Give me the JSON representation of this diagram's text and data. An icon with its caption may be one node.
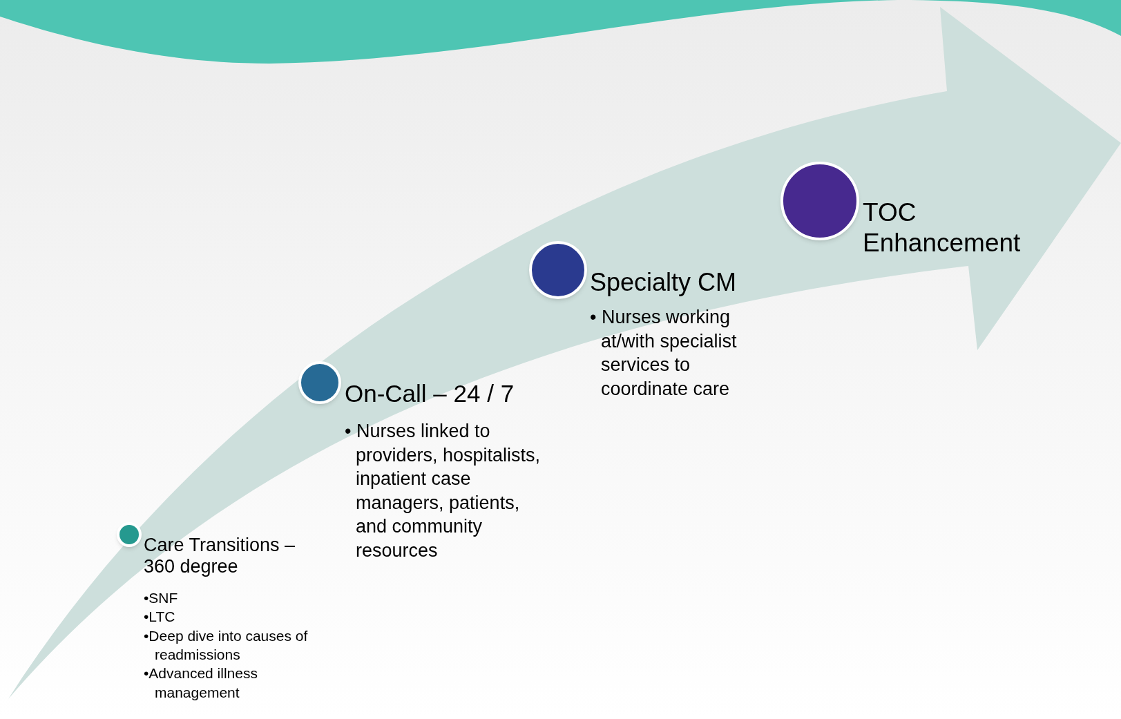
{
  "diagram": {
    "nodes": [
      {
        "text": [
          "Care Transitions – 360 degree"
        ],
        "beside": [
          "•SNF",
          "•LTC",
          "•Deep dive into causes of readmissions",
          "•Advanced illness management"
        ]
      },
      {
        "text": [
          "On-Call – 24 / 7"
        ],
        "beside": [
          "• Nurses linked to providers, hospitalists, inpatient case managers, patients, and community resources"
        ]
      },
      {
        "text": [
          "Specialty CM"
        ],
        "beside": [
          "• Nurses working at/with specialist services to coordinate care"
        ]
      },
      {
        "text": [
          "TOC Enhancement"
        ]
      }
    ]
  }
}
